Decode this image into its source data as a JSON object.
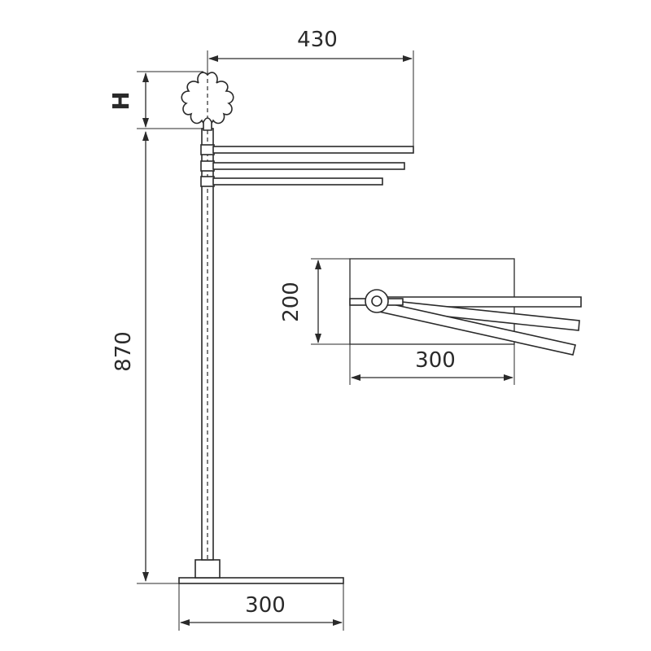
{
  "dimensions": {
    "arm_length": "430",
    "height_h": "H",
    "total_height": "870",
    "base_width": "300",
    "top_view_depth": "200",
    "top_view_width": "300"
  },
  "colors": {
    "line": "#2a2a2a",
    "background": "#ffffff"
  }
}
